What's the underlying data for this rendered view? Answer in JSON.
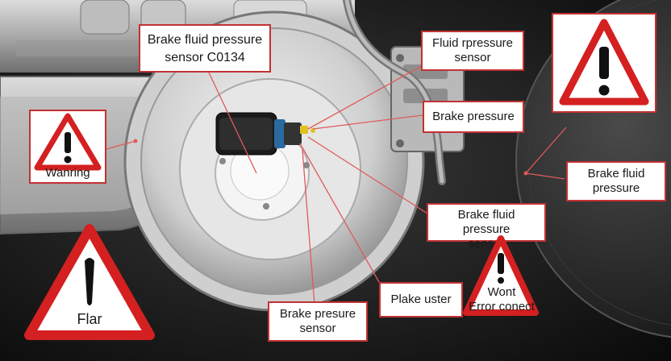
{
  "labels": {
    "brake_fluid_pressure_sensor_code": [
      "Brake fluid pressure",
      "sensor C0134"
    ],
    "fluid_rpressure_sensor": [
      "Fluid rpressure",
      "sensor"
    ],
    "brake_pressure_right": "Brake pressure",
    "brake_fluid_pressure_right": [
      "Brake fluid",
      "pressure"
    ],
    "brake_fluid_pressure_sensor_mid": [
      "Brake fluid pressure",
      "sensor"
    ],
    "plake_uster": "Plake uster",
    "brake_presure_sensor": [
      "Brake presure",
      "sensor"
    ]
  },
  "warnings": {
    "left_card": "Wanring",
    "bottom_left_triangle": "Flar",
    "bottom_right_triangle": [
      "Wont",
      "Error conect"
    ],
    "top_right_card": ""
  },
  "colors": {
    "callout_border": "#c23232",
    "leader_line": "#e05a5a",
    "warning_red": "#d42020",
    "icon": "warning-triangle-icon"
  }
}
